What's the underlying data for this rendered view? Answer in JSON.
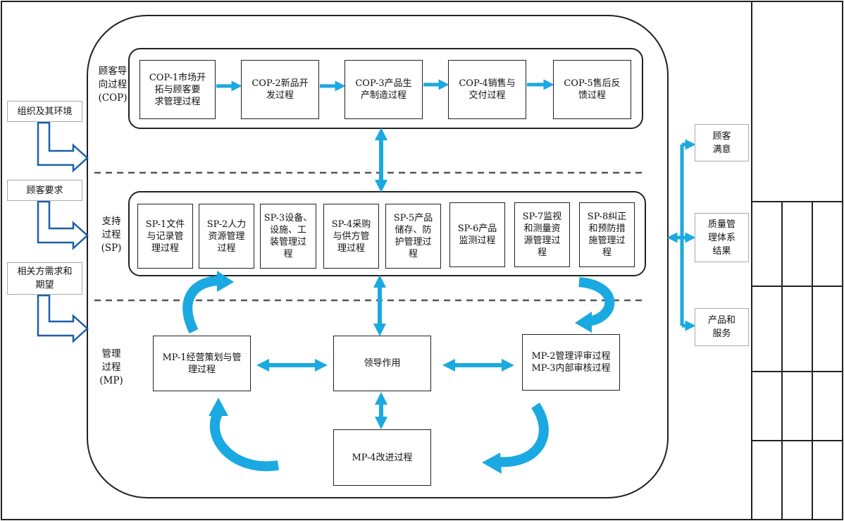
{
  "colors": {
    "accent": "#1aa9e0",
    "inputArrow": "#1d5fa8",
    "border": "#222222"
  },
  "groups": {
    "cop": {
      "label": "顾客导\n向过程\n(COP)"
    },
    "sp": {
      "label": "支持\n过程\n(SP)"
    },
    "mp": {
      "label": "管理\n过程\n(MP)"
    }
  },
  "cop": [
    "COP-1市场开\n拓与顾客要\n求管理过程",
    "COP-2新品开\n发过程",
    "COP-3产品生\n产制造过程",
    "COP-4销售与\n交付过程",
    "COP-5售后反\n馈过程"
  ],
  "sp": [
    "SP-1文件\n与记录管\n理过程",
    "SP-2人力\n资源管理\n过程",
    "SP-3设备、\n设施、工\n装管理过\n程",
    "SP-4采购\n与供方管\n理过程",
    "SP-5产品\n储存、防\n护管理过\n程",
    "SP-6产品\n监测过程",
    "SP-7监视\n和测量资\n源管理过\n程",
    "SP-8纠正\n和预防措\n施管理过\n程"
  ],
  "mp": {
    "mp1": "MP-1经营策划与管\n理过程",
    "lead": "领导作用",
    "mp23": "MP-2管理评审过程\nMP-3内部审核过程",
    "mp4": "MP-4改进过程"
  },
  "inputs": [
    "组织及其环境",
    "顾客要求",
    "相关方需求和\n期望"
  ],
  "outputs": [
    "顾客\n满意",
    "质量管\n理体系\n结果",
    "产品和\n服务"
  ]
}
